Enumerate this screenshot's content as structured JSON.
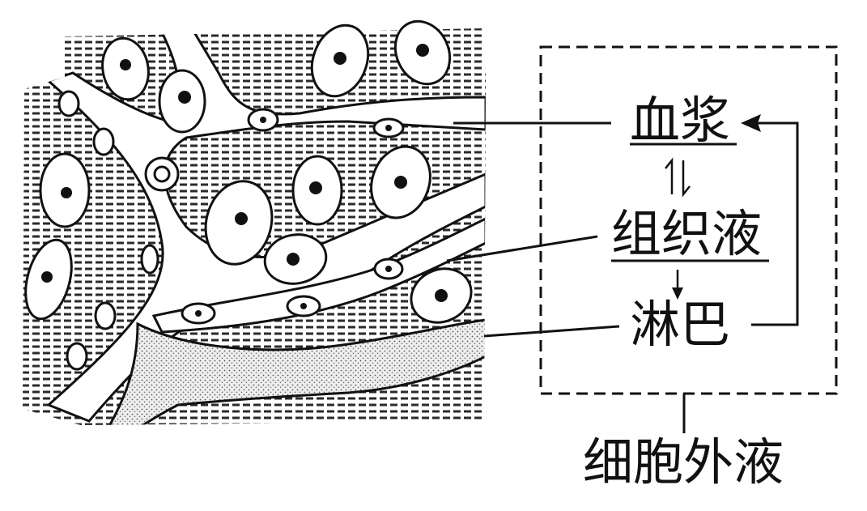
{
  "labels": {
    "plasma": "血浆",
    "tissue_fluid": "组织液",
    "lymph": "淋巴",
    "extracellular_fluid": "细胞外液"
  },
  "colors": {
    "ink": "#111111",
    "hatch": "#2a2a2a",
    "lymph_fill": "#eeeeee"
  }
}
